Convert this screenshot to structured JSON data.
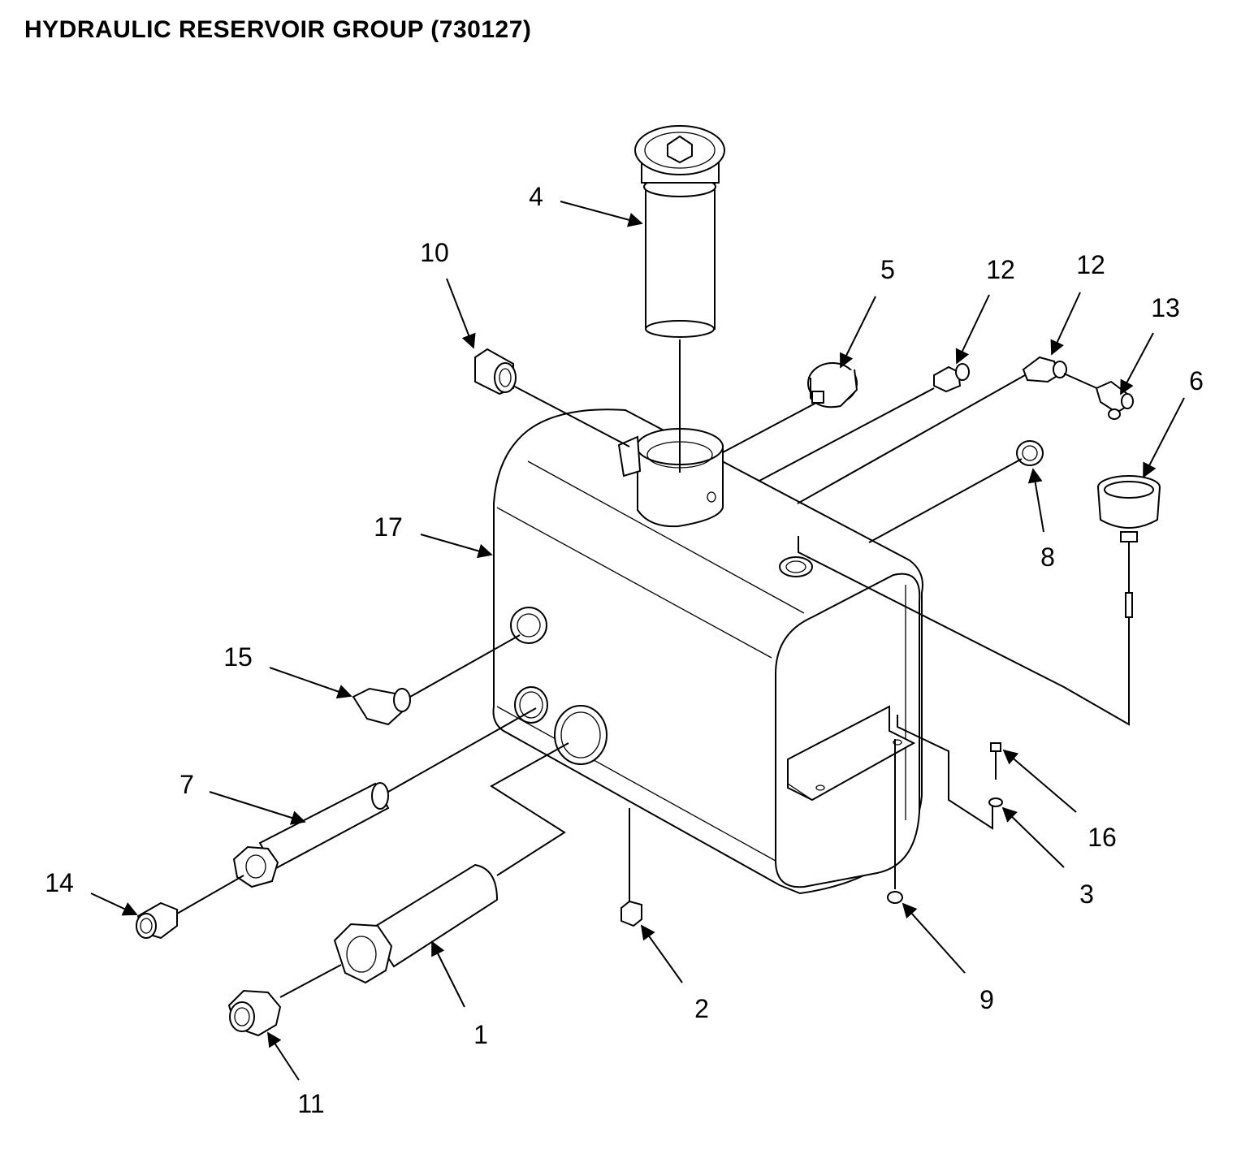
{
  "page": {
    "title": "HYDRAULIC RESERVOIR GROUP (730127)"
  },
  "callouts": [
    {
      "id": "c1",
      "label": "1"
    },
    {
      "id": "c2",
      "label": "2"
    },
    {
      "id": "c3",
      "label": "3"
    },
    {
      "id": "c4",
      "label": "4"
    },
    {
      "id": "c5",
      "label": "5"
    },
    {
      "id": "c6",
      "label": "6"
    },
    {
      "id": "c7",
      "label": "7"
    },
    {
      "id": "c8",
      "label": "8"
    },
    {
      "id": "c9",
      "label": "9"
    },
    {
      "id": "c10",
      "label": "10"
    },
    {
      "id": "c11",
      "label": "11"
    },
    {
      "id": "c12a",
      "label": "12"
    },
    {
      "id": "c12b",
      "label": "12"
    },
    {
      "id": "c13",
      "label": "13"
    },
    {
      "id": "c14",
      "label": "14"
    },
    {
      "id": "c15",
      "label": "15"
    },
    {
      "id": "c16",
      "label": "16"
    },
    {
      "id": "c17",
      "label": "17"
    }
  ]
}
